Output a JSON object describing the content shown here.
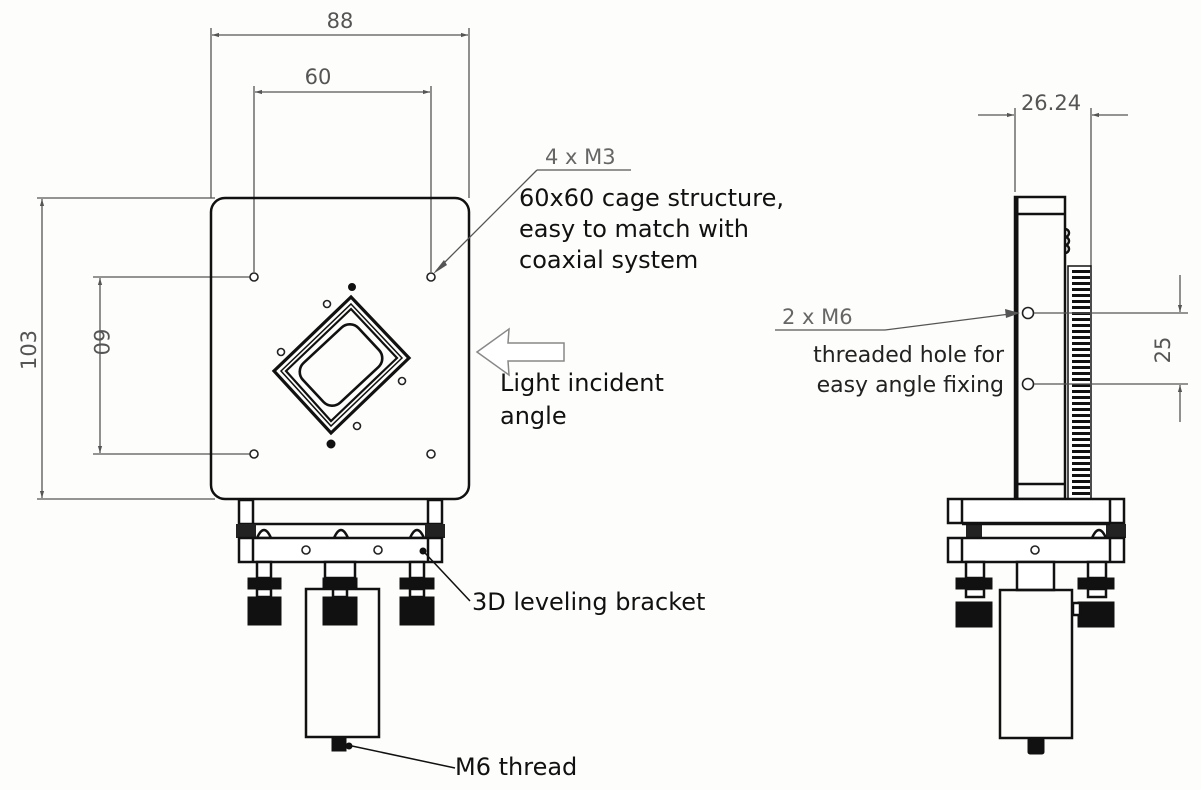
{
  "front_view": {
    "dimensions": {
      "overall_width": "88",
      "hole_spacing_horizontal": "60",
      "overall_height": "103",
      "hole_spacing_vertical": "60"
    },
    "callouts": {
      "mount_holes": "4 x M3",
      "cage_note_line1": "60x60 cage structure,",
      "cage_note_line2": "easy to match with",
      "cage_note_line3": "coaxial system",
      "light_line1": "Light incident",
      "light_line2": "angle",
      "bracket": "3D leveling bracket",
      "thread": "M6 thread"
    }
  },
  "side_view": {
    "dimensions": {
      "depth": "26.24",
      "hole_spacing": "25"
    },
    "callouts": {
      "holes": "2 x M6",
      "holes_note_line1": "threaded hole for",
      "holes_note_line2": "easy angle fixing"
    }
  },
  "colors": {
    "outline": "#111111",
    "dimension": "#555555",
    "background": "#fdfdfb"
  }
}
